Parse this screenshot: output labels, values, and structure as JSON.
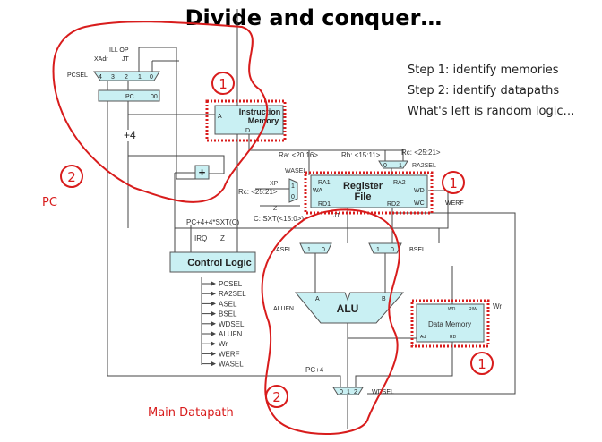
{
  "title": "Divide and conquer…",
  "steps": [
    "Step 1: identify memories",
    "Step 2: identify datapaths",
    "What's left is random logic…"
  ],
  "annotations": {
    "pc_label": "PC",
    "main_datapath_label": "Main Datapath",
    "memory_marker": "1",
    "datapath_marker": "2"
  },
  "colors": {
    "annotation_red": "#d81c1c",
    "block_fill": "#c9f0f3"
  },
  "pc_mux": {
    "select": "PCSEL",
    "inputs": [
      "XAdr",
      "ILL OP",
      "JT"
    ],
    "ports": [
      "4",
      "3",
      "2",
      "1",
      "0"
    ]
  },
  "pc_register": {
    "label": "PC",
    "side": "00"
  },
  "increment": "+4",
  "adder": "+",
  "instruction_memory": {
    "title_line1": "Instruction",
    "title_line2": "Memory",
    "port_a": "A",
    "port_d": "D"
  },
  "fields": {
    "ra": "Ra: <20:16>",
    "rb": "Rb: <15:11>",
    "rc_top": "Rc: <25:21>",
    "rc_left": "Rc: <25:21>",
    "xp": "XP",
    "wasel": "WASEL",
    "ra2sel": "RA2SEL",
    "ra2sel_ports": [
      "0",
      "1"
    ],
    "wasel_ports": [
      "1",
      "0"
    ],
    "c_sxt": "C: SXT(<15:0>)",
    "branch_target": "PC+4+4*SXT(C)",
    "jt": "JT",
    "z": "Z"
  },
  "register_file": {
    "title_line1": "Register",
    "title_line2": "File",
    "ports": {
      "ra1": "RA1",
      "ra2": "RA2",
      "wa": "WA",
      "rd1": "RD1",
      "rd2": "RD2",
      "wd": "WD",
      "wc": "WC"
    },
    "werf": "WERF"
  },
  "asel": {
    "label": "ASEL",
    "ports": [
      "1",
      "0"
    ]
  },
  "bsel": {
    "label": "BSEL",
    "ports": [
      "1",
      "0"
    ]
  },
  "control_logic": {
    "title": "Control Logic",
    "inputs": [
      "IRQ",
      "Z"
    ],
    "outputs": [
      "PCSEL",
      "RA2SEL",
      "ASEL",
      "BSEL",
      "WDSEL",
      "ALUFN",
      "Wr",
      "WERF",
      "WASEL"
    ]
  },
  "alu": {
    "label": "ALU",
    "port_a": "A",
    "port_b": "B",
    "alufn": "ALUFN"
  },
  "data_memory": {
    "title": "Data Memory",
    "wd": "WD",
    "rw": "R/W",
    "adr": "Adr",
    "rd": "RD",
    "wr": "Wr"
  },
  "wdsel": {
    "label": "WDSEL",
    "ports": [
      "0",
      "1",
      "2"
    ],
    "pc4": "PC+4"
  }
}
